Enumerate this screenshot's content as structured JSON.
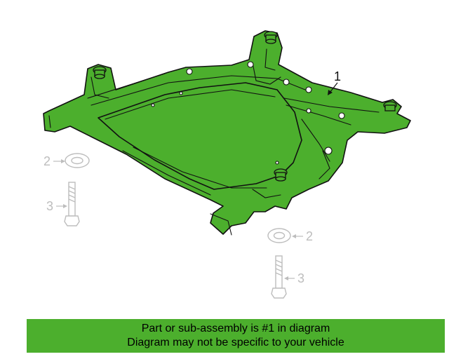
{
  "diagram": {
    "callouts": {
      "part_1": "1",
      "washer_left": "2",
      "bolt_left": "3",
      "washer_right": "2",
      "bolt_right": "3"
    },
    "colors": {
      "highlight": "#4caf2d",
      "line": "#111111",
      "faded": "#bdbdbd"
    }
  },
  "banner": {
    "line1": "Part or sub-assembly is #1 in diagram",
    "line2": "Diagram may not be specific to your vehicle"
  }
}
